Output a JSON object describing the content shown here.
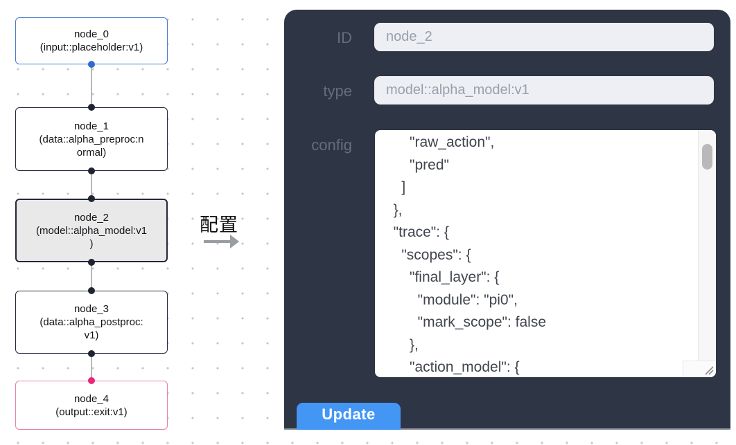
{
  "flow": {
    "nodes": [
      {
        "id": "node_0",
        "type": "input::placeholder:v1",
        "lines": [
          "node_0",
          "(input::placeholder:v1)"
        ],
        "border_color": "#4d79cf",
        "bg_color": "#ffffff"
      },
      {
        "id": "node_1",
        "type": "data::alpha_preproc:normal",
        "lines": [
          "node_1",
          "(data::alpha_preproc:n",
          "ormal)"
        ],
        "border_color": "#23283a",
        "bg_color": "#ffffff"
      },
      {
        "id": "node_2",
        "type": "model::alpha_model:v1",
        "lines": [
          "node_2",
          "(model::alpha_model:v1",
          ")"
        ],
        "border_color": "#23283a",
        "bg_color": "#e9e9e9",
        "selected": true
      },
      {
        "id": "node_3",
        "type": "data::alpha_postproc:v1",
        "lines": [
          "node_3",
          "(data::alpha_postproc:",
          "v1)"
        ],
        "border_color": "#23283a",
        "bg_color": "#ffffff"
      },
      {
        "id": "node_4",
        "type": "output::exit:v1",
        "lines": [
          "node_4",
          "(output::exit:v1)"
        ],
        "border_color": "#e97fad",
        "bg_color": "#ffffff"
      }
    ],
    "port_colors": {
      "default": "#1f2430",
      "input_node": "#2f6ad2",
      "output_node": "#e8267c"
    },
    "edge_color": "#b9b9b9"
  },
  "arrow": {
    "label": "配置",
    "color": "#999ca0"
  },
  "panel": {
    "bg_color": "#2e3544",
    "fields": {
      "id": {
        "label": "ID",
        "value": "node_2"
      },
      "type": {
        "label": "type",
        "value": "model::alpha_model:v1"
      }
    },
    "config": {
      "label": "config",
      "text": "      \"raw_action\",\n      \"pred\"\n    ]\n  },\n  \"trace\": {\n    \"scopes\": {\n      \"final_layer\": {\n        \"module\": \"pi0\",\n        \"mark_scope\": false\n      },\n      \"action_model\": {"
    },
    "update_button": {
      "label": "Update",
      "color": "#4496f5"
    }
  }
}
